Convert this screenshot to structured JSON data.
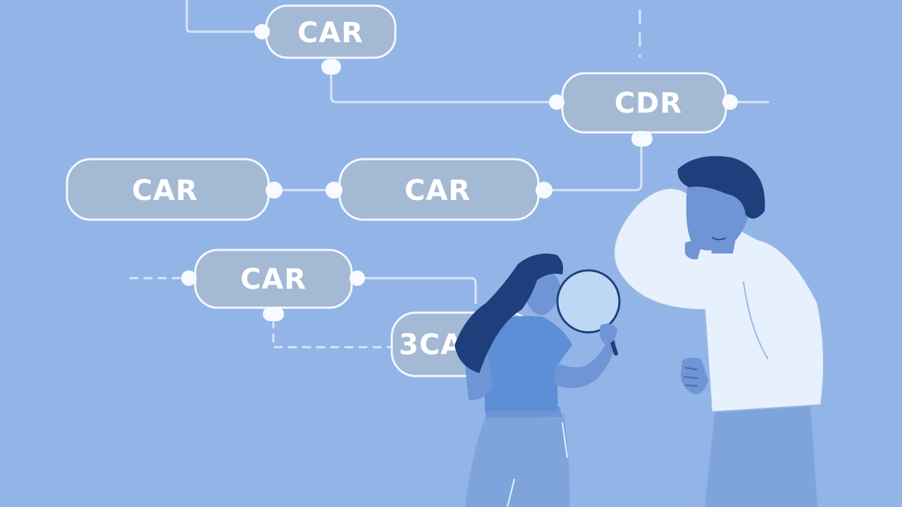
{
  "colors": {
    "background": "#93b4e6",
    "node_fill": "#a4b9d4",
    "node_stroke": "#f4f8fe",
    "connector": "#d9e6f8",
    "port": "#f7fafe",
    "hair": "#1e3f7c",
    "skin": "#6f95d6",
    "shirt_light": "#e6f1fd",
    "shirt_girl": "#5d8fd6",
    "pants": "#7fa4dc",
    "lens": "#c9e4f8"
  },
  "nodes": [
    {
      "id": "n1",
      "label": "CAR"
    },
    {
      "id": "n2",
      "label": "CDR"
    },
    {
      "id": "n3",
      "label": "CAR"
    },
    {
      "id": "n4",
      "label": "CAR"
    },
    {
      "id": "n5",
      "label": "CAR"
    },
    {
      "id": "n6",
      "label": "3CAR"
    }
  ],
  "figures": {
    "adult": {
      "icon": "person-standing-icon"
    },
    "child": {
      "icon": "person-with-magnifier-icon",
      "tool": "magnifying-glass-icon"
    }
  }
}
